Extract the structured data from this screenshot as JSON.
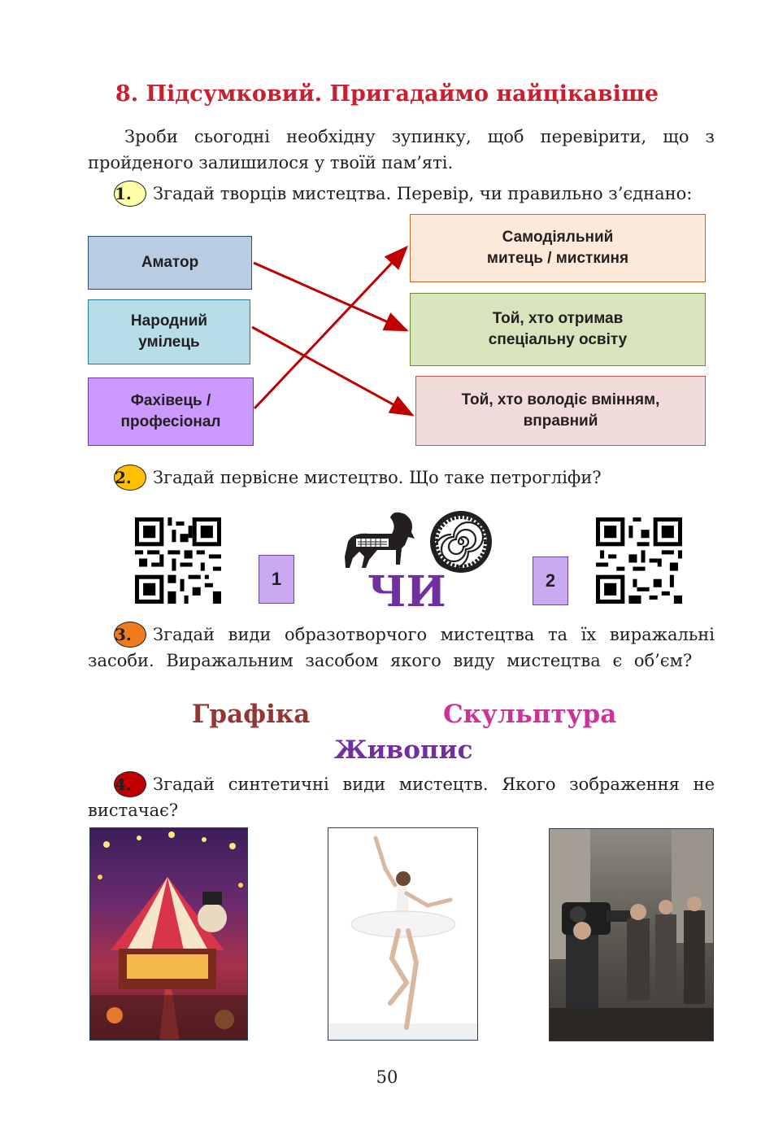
{
  "title": "8. Підсумковий. Пригадаймо найцікавіше",
  "intro": "Зроби сьогодні  необхідну зупинку, щоб перевірити, що з пройденого залишилося у твоїй пам’яті.",
  "task1": {
    "number": "1.",
    "text": "Згадай творців мистецтва. Перевір, чи правильно з’єднано:",
    "left_items": [
      "Аматор",
      "Народний\nумілець",
      "Фахівець /\nпрофесіонал"
    ],
    "right_items": [
      "Самодіяльний\nмитець / мисткиня",
      "Той, хто отримав\nспеціальну освіту",
      "Той, хто володіє вмінням,\nвправний"
    ],
    "colors": {
      "left": [
        "#b8cce4",
        "#b7dde8",
        "#cc99ff"
      ],
      "right": [
        "#fde9d9",
        "#d7e4bc",
        "#f2dcdb"
      ],
      "arrow": "#c00000"
    }
  },
  "task2": {
    "number": "2.",
    "text": "Згадай первісне мистецтво. Що таке петрогліфи?",
    "option1": "1",
    "option2": "2",
    "or_word": "ЧИ"
  },
  "task3": {
    "number": "3.",
    "text": "Згадай види образотворчого мистецтва та їх виражальні засоби. Виражальним засобом якого виду мистецтва є об’єм?",
    "words": [
      "Графіка",
      "Скульптура",
      "Живопис"
    ]
  },
  "task4": {
    "number": "4.",
    "text": "Згадай синтетичні види мистецтв. Якого зображення не вистачає?"
  },
  "page_number": "50",
  "icons": [
    "qr-code-icon",
    "goat-petroglyph-icon",
    "spiral-sun-petroglyph-icon"
  ]
}
